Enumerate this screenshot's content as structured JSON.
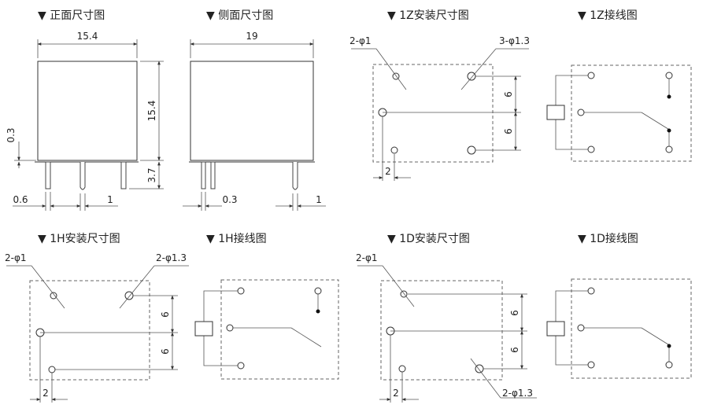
{
  "titles": {
    "front": "▼ 正面尺寸图",
    "side": "▼ 侧面尺寸图",
    "install_1z": "▼ 1Z安装尺寸图",
    "wiring_1z": "▼ 1Z接线图",
    "install_1h": "▼ 1H安装尺寸图",
    "wiring_1h": "▼ 1H接线图",
    "install_1d": "▼ 1D安装尺寸图",
    "wiring_1d": "▼ 1D接线图"
  },
  "front": {
    "width": "15.4",
    "height": "15.4",
    "pin_length": "3.7",
    "base_offset": "0.3",
    "pin_left": "0.6",
    "pin_pitch": "1"
  },
  "side": {
    "width": "19",
    "pin_left": "0.3",
    "pin_pitch": "1"
  },
  "install_1z": {
    "hole_a": "2-φ1",
    "hole_b": "3-φ1.3",
    "pitch_1": "6",
    "pitch_2": "6",
    "offset": "2"
  },
  "install_1h": {
    "hole_a": "2-φ1",
    "hole_b": "2-φ1.3",
    "pitch_1": "6",
    "pitch_2": "6",
    "offset": "2"
  },
  "install_1d": {
    "hole_a": "2-φ1",
    "hole_b": "2-φ1.3",
    "pitch_1": "6",
    "pitch_2": "6",
    "offset": "2"
  }
}
